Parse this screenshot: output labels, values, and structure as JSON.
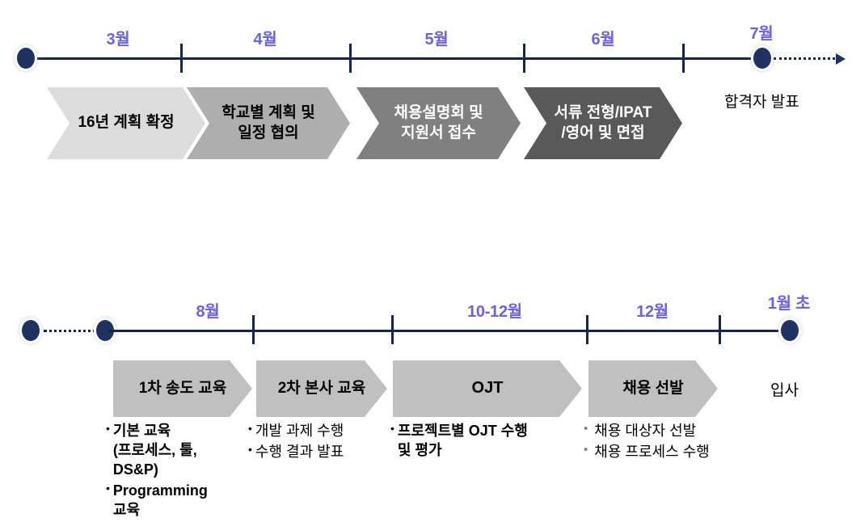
{
  "diagram": {
    "title": "Recruitment and Training Timeline",
    "colors": {
      "axis": "#16254c",
      "node": "#1f3260",
      "month_label": "#6c63d8",
      "chevron_1": "#dcdcdc",
      "chevron_2": "#aeaeae",
      "chevron_3": "#808080",
      "chevron_4": "#595959",
      "chevron_row2": "#c0c0c0",
      "gray_bullet": "#808080"
    }
  },
  "timeline_top": {
    "months": [
      {
        "label": "3월"
      },
      {
        "label": "4월"
      },
      {
        "label": "5월"
      },
      {
        "label": "6월"
      },
      {
        "label": "7월"
      }
    ],
    "phases": [
      {
        "label": "16년 계획 확정",
        "fill": "#dcdcdc",
        "text_color": "#000000"
      },
      {
        "label": "학교별 계획 및\n일정 협의",
        "fill": "#aeaeae",
        "text_color": "#000000"
      },
      {
        "label": "채용설명회 및\n지원서 접수",
        "fill": "#808080",
        "text_color": "#ffffff"
      },
      {
        "label": "서류 전형/IPAT\n/영어 및 면접",
        "fill": "#595959",
        "text_color": "#ffffff"
      }
    ],
    "end_note": "합격자 발표"
  },
  "timeline_bottom": {
    "months": [
      {
        "label": "8월"
      },
      {
        "label": "10-12월"
      },
      {
        "label": "12월"
      },
      {
        "label": "1월 초"
      }
    ],
    "phases": [
      {
        "label": "1차 송도 교육",
        "fill": "#c0c0c0",
        "text_color": "#000000"
      },
      {
        "label": "2차 본사 교육",
        "fill": "#c0c0c0",
        "text_color": "#000000"
      },
      {
        "label": "OJT",
        "fill": "#c0c0c0",
        "text_color": "#000000"
      },
      {
        "label": "채용 선발",
        "fill": "#c0c0c0",
        "text_color": "#000000"
      }
    ],
    "end_note": "입사",
    "detail_groups": [
      {
        "bullet": "•",
        "items": [
          "기본 교육\n(프로세스, 툴,\nDS&P)",
          "Programming\n교육"
        ]
      },
      {
        "bullet": "•",
        "items": [
          "개발 과제 수행",
          "수행 결과 발표"
        ]
      },
      {
        "bullet": "•",
        "items": [
          "프로젝트별 OJT 수행\n및 평가"
        ]
      },
      {
        "bullet": "•",
        "items": [
          "채용 대상자 선발",
          "채용 프로세스 수행"
        ]
      }
    ]
  }
}
